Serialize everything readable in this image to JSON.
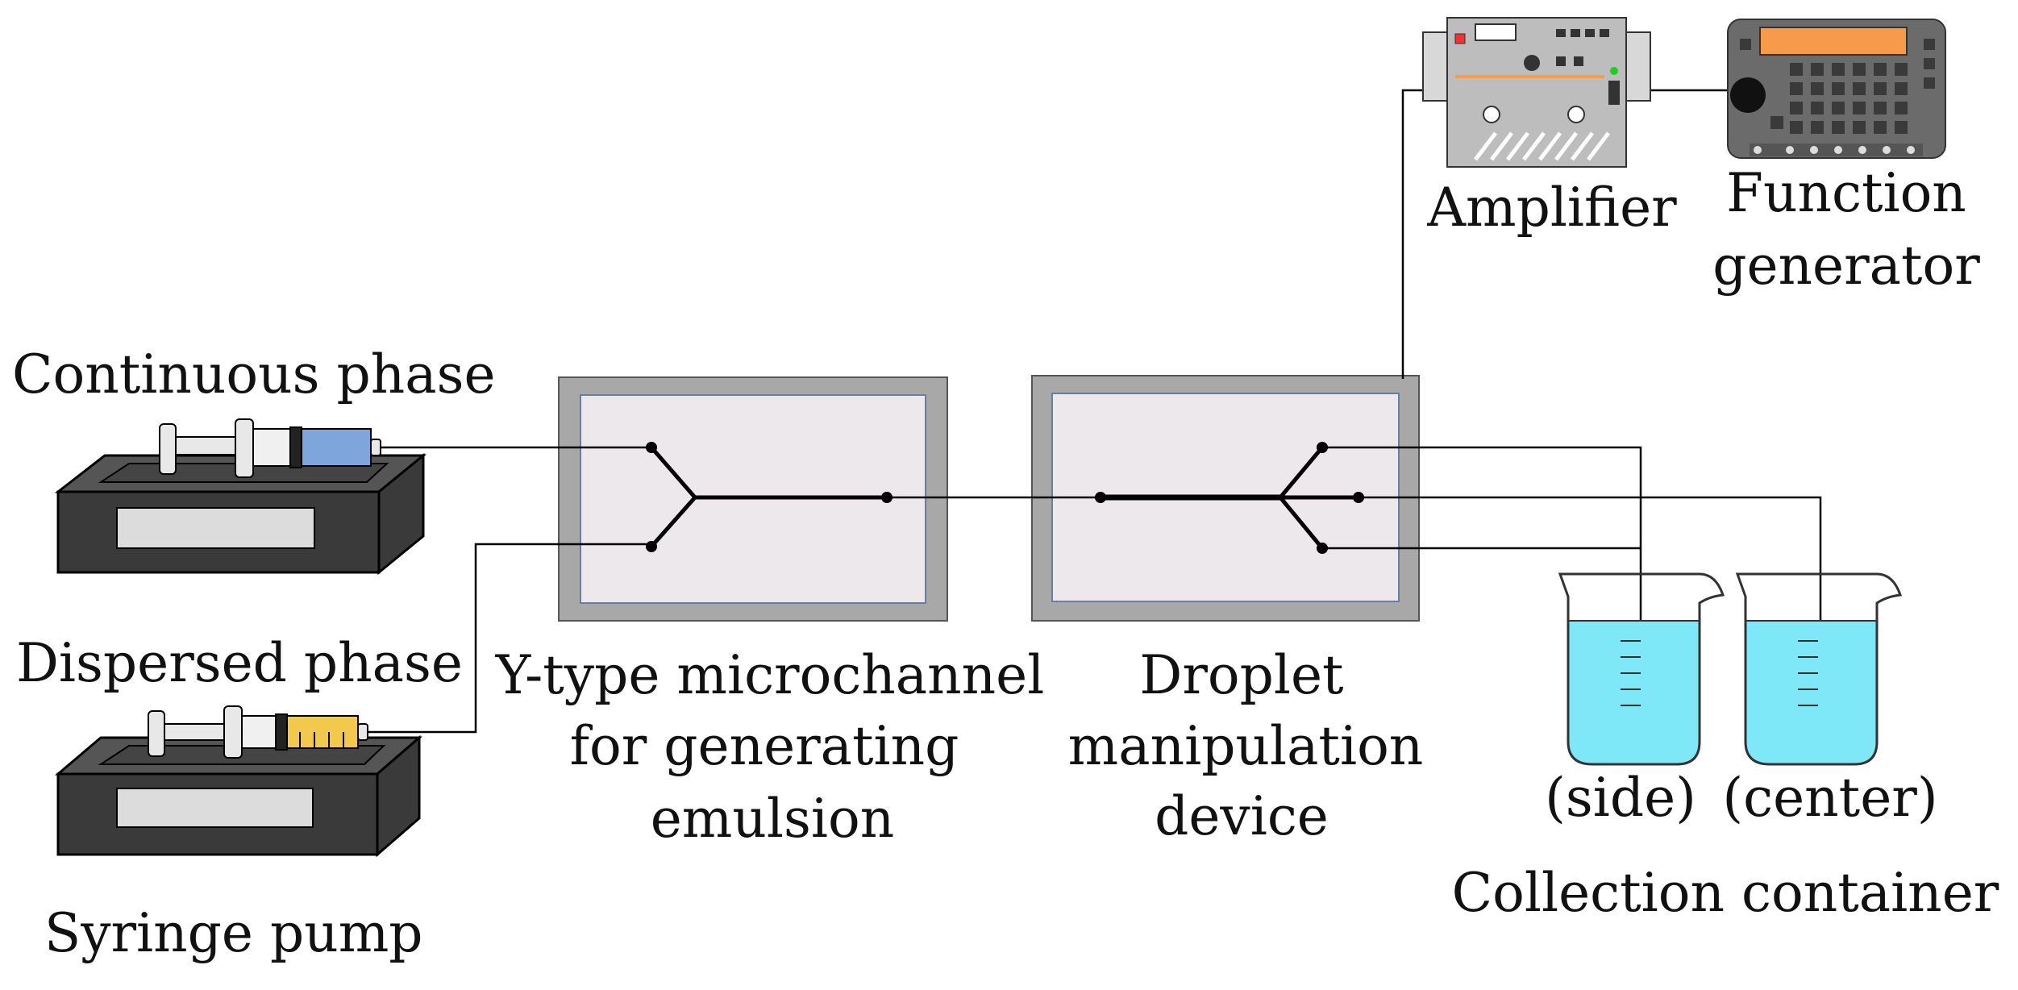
{
  "labels": {
    "continuous_phase": "Continuous phase",
    "dispersed_phase": "Dispersed phase",
    "syringe_pump": "Syringe pump",
    "y_channel_line1": "Y-type microchannel",
    "y_channel_line2": "for generating",
    "y_channel_line3": "emulsion",
    "droplet_line1": "Droplet",
    "droplet_line2": "manipulation",
    "droplet_line3": "device",
    "amplifier": "Amplifier",
    "function_gen_line1": "Function",
    "function_gen_line2": "generator",
    "side": "(side)",
    "center": "(center)",
    "collection_container": "Collection container"
  },
  "colors": {
    "continuous_fluid": "#7fa6dc",
    "dispersed_fluid": "#f2c94c",
    "liquid": "#7ee8f8",
    "device_frame": "#a8a8a8",
    "device_inner": "#ece8ec",
    "pump_body": "#3a3a3a",
    "generator_display": "#f79a4a",
    "amplifier_body": "#bdbdbd"
  }
}
